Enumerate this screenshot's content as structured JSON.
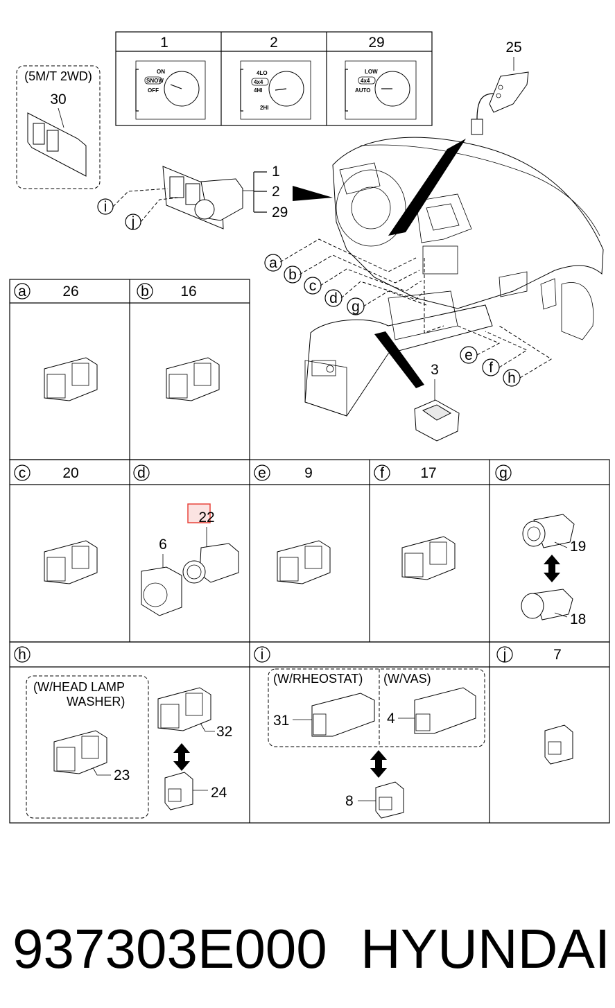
{
  "top_table": {
    "headers": [
      "1",
      "2",
      "29"
    ],
    "panel1": {
      "on": "ON",
      "snow": "SNOW",
      "off": "OFF"
    },
    "panel2": {
      "lo": "4LO",
      "fx4": "4x4",
      "hi": "4HI",
      "h2": "2HI"
    },
    "panel3": {
      "low": "LOW",
      "fx4": "4x4",
      "auto": "AUTO"
    }
  },
  "variant_30": {
    "label": "(5M/T 2WD)",
    "number": "30"
  },
  "callouts": {
    "n25": "25",
    "n1": "1",
    "n2": "2",
    "n29": "29",
    "n3": "3",
    "i": "i",
    "j": "j",
    "a": "a",
    "b": "b",
    "c": "c",
    "d": "d",
    "e": "e",
    "f": "f",
    "g": "g",
    "h": "h"
  },
  "row1": [
    {
      "letter": "a",
      "number": "26"
    },
    {
      "letter": "b",
      "number": "16"
    }
  ],
  "row2": [
    {
      "letter": "c",
      "number": "20"
    },
    {
      "letter": "d",
      "number": "",
      "parts": [
        "22",
        "6"
      ]
    },
    {
      "letter": "e",
      "number": "9"
    },
    {
      "letter": "f",
      "number": "17"
    },
    {
      "letter": "g",
      "number": "",
      "parts": [
        "19",
        "18"
      ]
    }
  ],
  "row3": [
    {
      "letter": "h",
      "number": "",
      "note_line1": "(W/HEAD LAMP",
      "note_line2": "WASHER)",
      "parts": [
        "32",
        "23",
        "24"
      ]
    },
    {
      "letter": "i",
      "number": "",
      "note_a": "(W/RHEOSTAT)",
      "note_b": "(W/VAS)",
      "parts": [
        "31",
        "4",
        "8"
      ]
    },
    {
      "letter": "j",
      "number": "7"
    }
  ],
  "footer": {
    "part_number": "937303E000",
    "brand": "HYUNDAI"
  },
  "colors": {
    "highlight": "#e8433a",
    "highlight_fill": "#fbe3e2"
  }
}
